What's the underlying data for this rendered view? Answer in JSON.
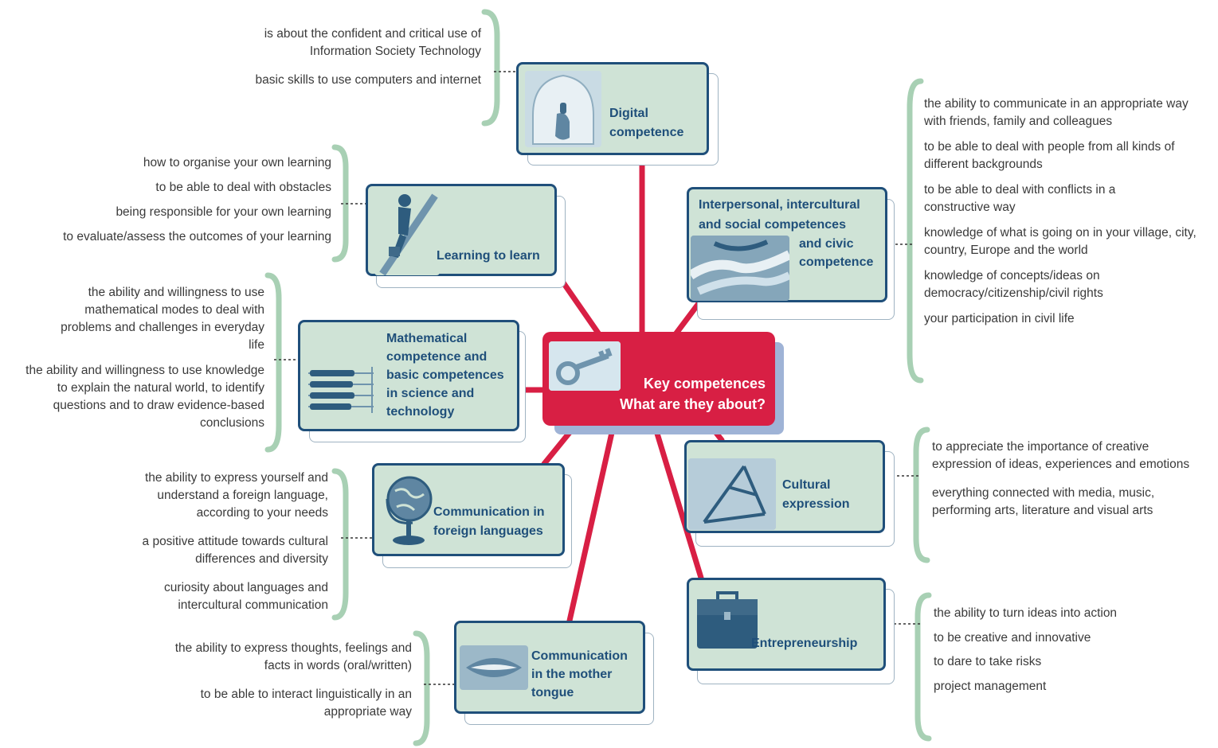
{
  "center": {
    "line1": "Key competences",
    "line2": "What are they about?"
  },
  "nodes": {
    "digital": {
      "label": [
        "Digital",
        "competence"
      ],
      "items": [
        "is about the confident and critical use of Information Society Technology",
        "basic skills to use computers and internet"
      ]
    },
    "learning": {
      "label": [
        "Learning to learn"
      ],
      "items": [
        "how to organise your own learning",
        "to be able to deal with obstacles",
        "being responsible for your own learning",
        "to evaluate/assess the outcomes of your learning"
      ]
    },
    "math": {
      "label": [
        "Mathematical",
        "competence and",
        "basic competences",
        "in science and",
        "technology"
      ],
      "items": [
        "the ability and willingness to use mathematical modes to deal with problems and challenges in everyday life",
        "the ability and willingness to use knowledge to explain the natural world, to identify questions and to draw evidence-based conclusions"
      ]
    },
    "foreign": {
      "label": [
        "Communication in",
        "foreign languages"
      ],
      "items": [
        "the ability to express yourself and understand a foreign language, according to your needs",
        "a positive attitude towards cultural differences and diversity",
        "curiosity about languages and intercultural communication"
      ]
    },
    "mother": {
      "label": [
        "Communication",
        "in the mother",
        "tongue"
      ],
      "items": [
        "the ability to express thoughts, feelings and facts in words (oral/written)",
        "to be able to interact linguistically in an appropriate way"
      ]
    },
    "interpersonal": {
      "label_top": [
        "Interpersonal, intercultural",
        "and social competences"
      ],
      "label_bottom": [
        "and civic",
        "competence"
      ],
      "items": [
        "the ability to communicate in an appropriate way with friends, family and colleagues",
        "to be able to deal with people from all kinds of different backgrounds",
        "to be able to deal with conflicts in a constructive way",
        "knowledge of what is going on in your village, city, country, Europe and the world",
        "knowledge of concepts/ideas on democracy/citizenship/civil rights",
        "your participation in civil life"
      ]
    },
    "cultural": {
      "label": [
        "Cultural",
        "expression"
      ],
      "items": [
        "to appreciate the importance of creative expression of ideas, experiences and emotions",
        "everything connected with media, music, performing arts, literature and visual arts"
      ]
    },
    "entrepreneurship": {
      "label": [
        "Entrepreneurship"
      ],
      "items": [
        "the ability to turn ideas into action",
        "to be creative and innovative",
        "to dare to take risks",
        "project management"
      ]
    }
  },
  "colors": {
    "spoke": "#d81f44",
    "center_fill": "#d81f44",
    "node_fill": "#cfe3d6",
    "node_border": "#1f4f7a",
    "node_text": "#1f4f7a",
    "bracket": "#a8d0b4",
    "text": "#3a3a3a"
  }
}
